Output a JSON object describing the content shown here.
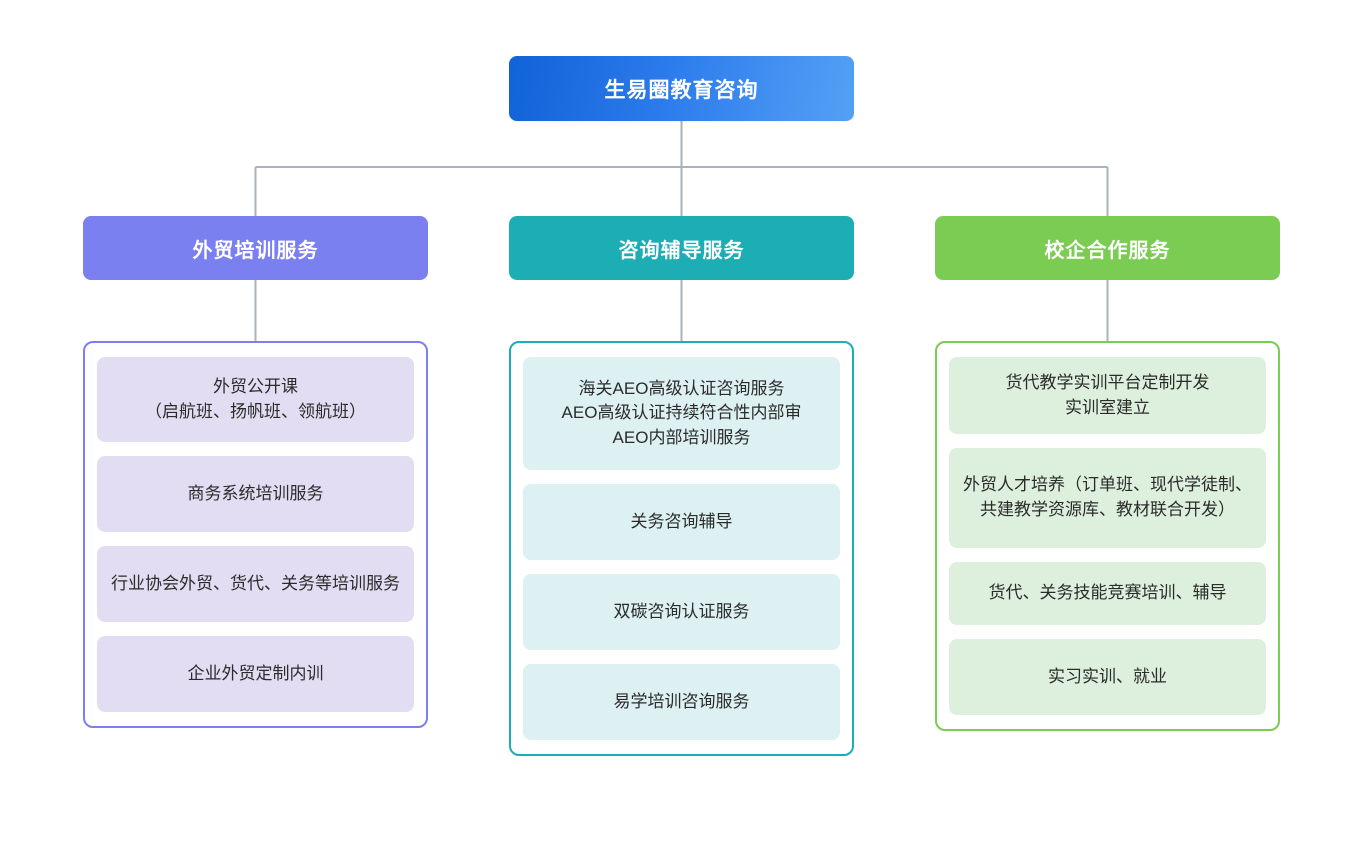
{
  "diagram": {
    "type": "organization-chart",
    "root": {
      "label": "生易圈教育咨询",
      "color": "#2b7bec"
    },
    "connector_color": "#a8b3bd",
    "columns": [
      {
        "id": "waimao-peixun",
        "header": "外贸培训服务",
        "accent": "#7b80f0",
        "card_fill": "#e2ddf2",
        "items": [
          "外贸公开课\n（启航班、扬帆班、领航班）",
          "商务系统培训服务",
          "行业协会外贸、货代、关务等培训服务",
          "企业外贸定制内训"
        ]
      },
      {
        "id": "zixun-fudao",
        "header": "咨询辅导服务",
        "accent": "#1cadb5",
        "card_fill": "#ddf0f2",
        "items": [
          "海关AEO高级认证咨询服务\nAEO高级认证持续符合性内部审\nAEO内部培训服务",
          "关务咨询辅导",
          "双碳咨询认证服务",
          "易学培训咨询服务"
        ]
      },
      {
        "id": "xiaoqi-hezuo",
        "header": "校企合作服务",
        "accent": "#7bcc52",
        "card_fill": "#ddefdd",
        "items": [
          "货代教学实训平台定制开发\n实训室建立",
          "外贸人才培养（订单班、现代学徒制、共建教学资源库、教材联合开发）",
          "货代、关务技能竞赛培训、辅导",
          "实习实训、就业"
        ]
      }
    ]
  }
}
